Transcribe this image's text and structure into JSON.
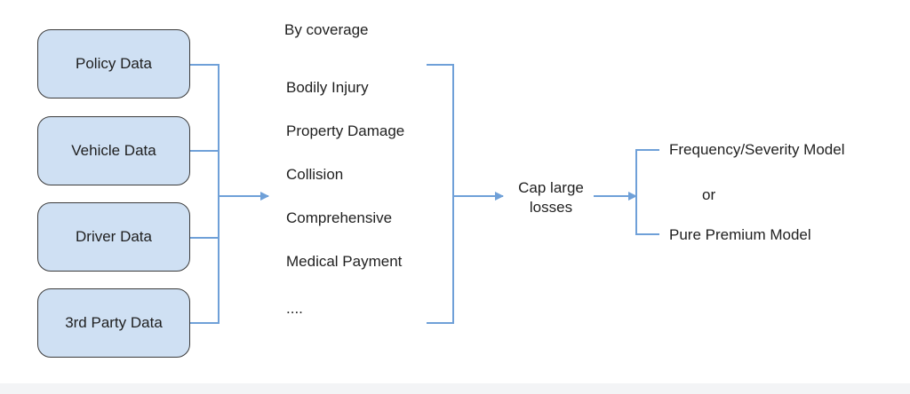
{
  "sources": [
    {
      "label": "Policy Data"
    },
    {
      "label": "Vehicle Data"
    },
    {
      "label": "Driver Data"
    },
    {
      "label": "3rd Party Data"
    }
  ],
  "coverage": {
    "heading": "By coverage",
    "items": [
      "Bodily Injury",
      "Property Damage",
      "Collision",
      "Comprehensive",
      "Medical Payment",
      "...."
    ]
  },
  "cap": {
    "line1": "Cap large",
    "line2": "losses"
  },
  "models": {
    "option1": "Frequency/Severity Model",
    "connector": "or",
    "option2": "Pure Premium Model"
  },
  "colors": {
    "box_fill": "#cfe0f3",
    "box_border": "#3b3b3b",
    "connector": "#6fa0d8"
  }
}
